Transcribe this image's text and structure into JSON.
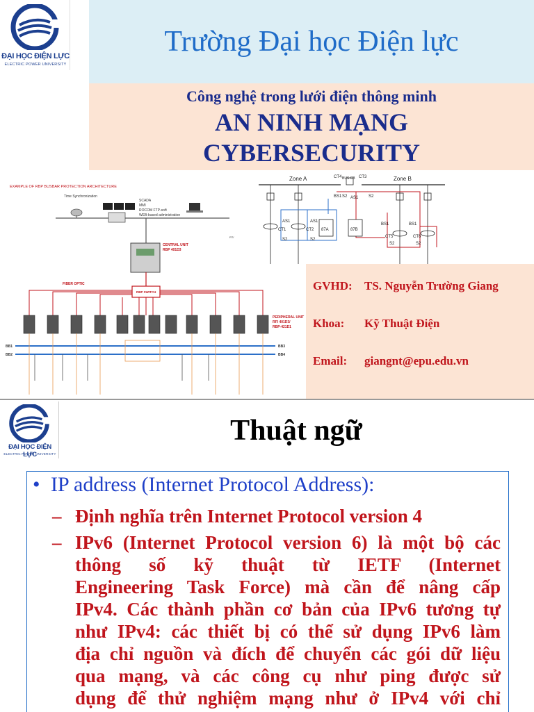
{
  "slide1": {
    "logo": {
      "name": "ĐẠI HỌC ĐIỆN LỰC",
      "subtitle": "ELECTRIC POWER UNIVERSITY"
    },
    "title": "Trường Đại học Điện lực",
    "course": "Công nghệ trong lưới điện thông minh",
    "topic_line1": "AN NINH MẠNG",
    "topic_line2": "CYBERSECURITY",
    "diagram_left": {
      "caption": "EXAMPLE OF RBP BUSBAR PROTECTION ARCHITECTURE",
      "time_sync": "Time Synchronization",
      "scada_lines": [
        "SCADA",
        "MMI",
        "ROCOM FTP-soft",
        "WEB-based administration"
      ],
      "central_unit": [
        "CENTRAL UNIT",
        "RBP 401D3"
      ],
      "fiber_optic": "FIBER OPTIC",
      "switch": "RBP SWITCH",
      "peripheral": [
        "PERIPHERAL UNIT",
        "RFI 401D3/",
        "RBP-421D1"
      ],
      "busbars": [
        "BB1",
        "BB2",
        "BB3",
        "BB4"
      ]
    },
    "diagram_right": {
      "zone_a": "Zone A",
      "zone_b": "Zone B",
      "labels": [
        "CT4",
        "BUS CB",
        "CT3",
        "BS1",
        "S2",
        "AS1",
        "S2",
        "AS1",
        "CT1",
        "S2",
        "AS1",
        "CT2",
        "S2",
        "87A",
        "87B",
        "BS1",
        "BS1",
        "CT5",
        "CT6",
        "S2",
        "S2"
      ]
    },
    "info": [
      {
        "key": "GVHD:",
        "value": "TS. Nguyễn Trường Giang"
      },
      {
        "key": "Khoa:",
        "value": "Kỹ Thuật Điện"
      },
      {
        "key": "Email:",
        "value": "giangnt@epu.edu.vn"
      }
    ],
    "colors": {
      "title_blue": "#1f6cc8",
      "navy": "#1a2c8c",
      "red": "#c0151c",
      "title_bg": "#dceef5",
      "peach_bg": "#fce4d4"
    }
  },
  "slide2": {
    "logo": {
      "name": "ĐẠI HỌC ĐIỆN LỰC",
      "subtitle": "ELECTRIC POWER UNIVERSITY"
    },
    "heading": "Thuật ngữ",
    "bullet": "IP address (Internet Protocol Address):",
    "sub_items": [
      "Định nghĩa trên Internet Protocol version 4",
      "IPv6 (Internet Protocol version 6) là một bộ các"
    ],
    "continuation": [
      "thông số kỹ thuật từ IETF (Internet",
      "Engineering Task Force) mà cần để nâng cấp",
      "IPv4. Các thành phần cơ bản của IPv6 tương tự",
      "như IPv4: các thiết bị có thể sử dụng IPv6 làm",
      "địa chỉ nguồn và đích để chuyển các gói dữ liệu",
      "qua mạng, và các công cụ như ping được sử",
      "dụng để thử nghiệm mạng như ở IPv4 với chỉ"
    ]
  }
}
